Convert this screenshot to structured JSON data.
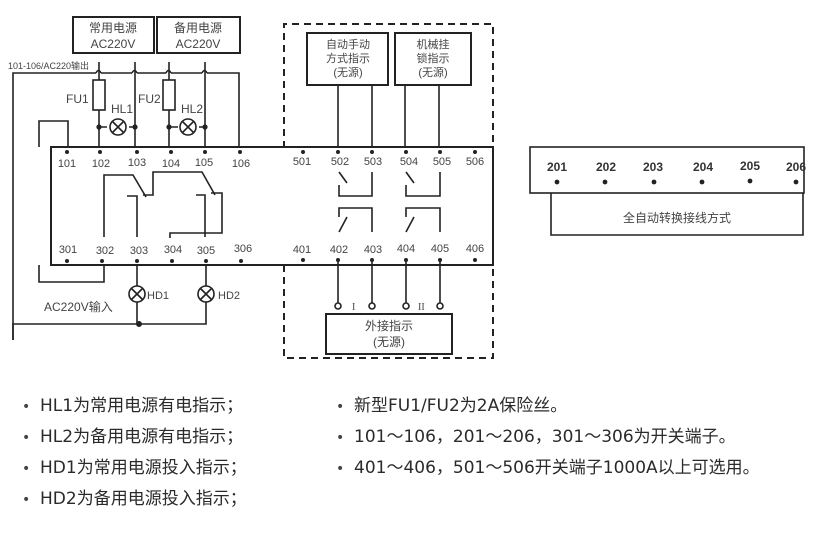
{
  "power_sources": [
    {
      "name": "常用电源",
      "voltage": "AC220V"
    },
    {
      "name": "备用电源",
      "voltage": "AC220V"
    }
  ],
  "output_label": "101-106/AC220输出",
  "input_label": "AC220V输入",
  "components": {
    "fu1": "FU1",
    "fu2": "FU2",
    "hl1": "HL1",
    "hl2": "HL2",
    "hd1": "HD1",
    "hd2": "HD2"
  },
  "terminals": {
    "row_100": [
      "101",
      "102",
      "103",
      "104",
      "105",
      "106"
    ],
    "row_300": [
      "301",
      "302",
      "303",
      "304",
      "305",
      "306"
    ],
    "row_500": [
      "501",
      "502",
      "503",
      "504",
      "505",
      "506"
    ],
    "row_400": [
      "401",
      "402",
      "403",
      "404",
      "405",
      "406"
    ],
    "row_200": [
      "201",
      "202",
      "203",
      "204",
      "205",
      "206"
    ]
  },
  "indicator_boxes": {
    "auto_manual": [
      "自动手动",
      "方式指示",
      "(无源)"
    ],
    "mech_lock": [
      "机械挂",
      "锁指示",
      "(无源)"
    ],
    "external": [
      "外接指示",
      "(无源)"
    ]
  },
  "external_markers": [
    "I",
    "II"
  ],
  "auto_mode_label": "全自动转换接线方式",
  "notes_left": [
    "HL1为常用电源有电指示；",
    "HL2为备用电源有电指示；",
    "HD1为常用电源投入指示；",
    "HD2为备用电源投入指示；"
  ],
  "notes_right": [
    "新型FU1/FU2为2A保险丝。",
    "101～106，201～206，301～306为开关端子。",
    "401～406，501～506开关端子1000A以上可选用。"
  ],
  "bullet": "•"
}
